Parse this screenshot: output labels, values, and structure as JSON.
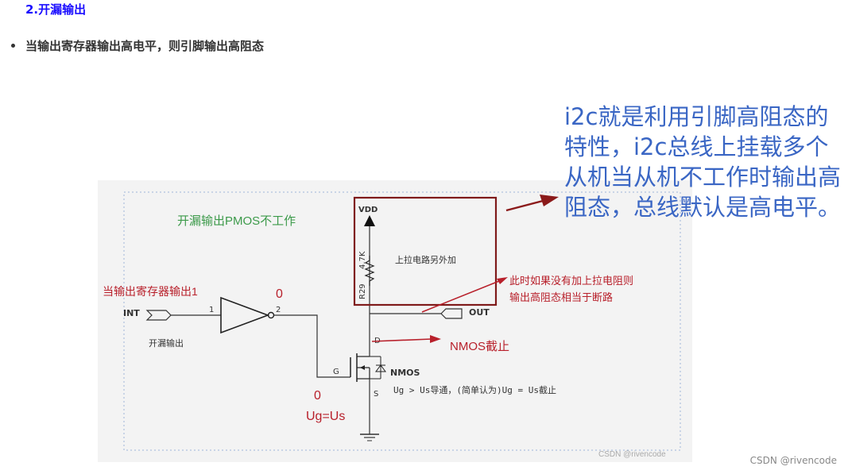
{
  "heading": "2.开漏输出",
  "bullet": "当输出寄存器输出高电平，则引脚输出高阻态",
  "callout": "i2c就是利用引脚高阻态的特性，i2c总线上挂载多个从机当从机不工作时输出高阻态，总线默认是高电平。",
  "diagram": {
    "title_label": "开漏输出PMOS不工作",
    "register_label": "当输出寄存器输出1",
    "int_label": "INT",
    "pin1": "1",
    "pin2": "2",
    "inv_out_value": "0",
    "bottom_label": "开漏输出",
    "vdd": "VDD",
    "resistor_value": "4.7K",
    "resistor_ref": "R29",
    "pullup_box_label": "上拉电路另外加",
    "out_label": "OUT",
    "no_pullup_note_line1": "此时如果没有加上拉电阻则",
    "no_pullup_note_line2": "输出高阻态相当于断路",
    "nmos_off": "NMOS截止",
    "d_label": "D",
    "g_label": "G",
    "s_label": "S",
    "nmos_label": "NMOS",
    "gate_value": "0",
    "ug_eq_us": "Ug=Us",
    "conduction_note": "Ug > Us导通，(简单认为)Ug = Us截止",
    "inner_watermark": "CSDN @rivencode"
  },
  "page_watermark": "CSDN @rivencode",
  "colors": {
    "heading": "#1a0dff",
    "callout": "#3a66c4",
    "annotation_green": "#3c9a4a",
    "annotation_red": "#b8202b",
    "highlight_box": "#7f1a1a"
  }
}
